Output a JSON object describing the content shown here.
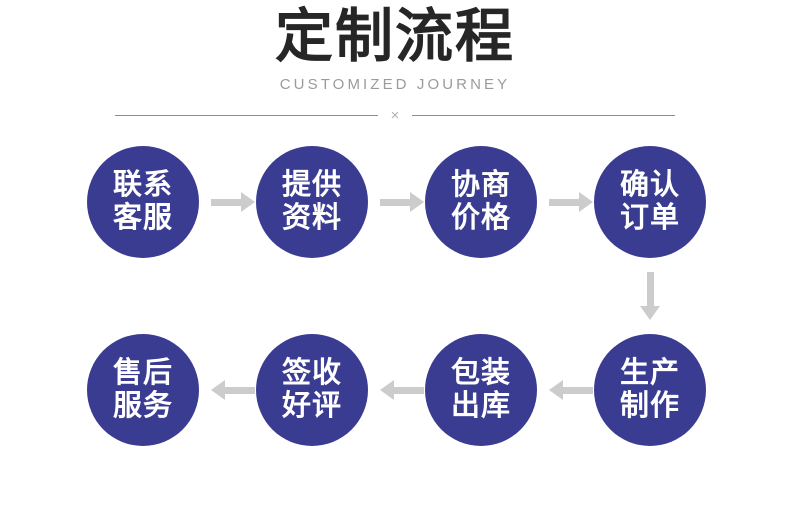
{
  "header": {
    "title": "定制流程",
    "subtitle": "CUSTOMIZED JOURNEY",
    "divider_mark": "×"
  },
  "colors": {
    "node_fill": "#3a3c92",
    "node_text": "#ffffff",
    "arrow": "#cccccc",
    "title_text": "#262626",
    "subtitle_text": "#9b9b9b",
    "divider_line": "#8d8d8d",
    "background": "#ffffff"
  },
  "chart_data": {
    "type": "diagram",
    "title": "定制流程",
    "subtitle": "CUSTOMIZED JOURNEY",
    "layout": "two-row serpentine flowchart, 4 nodes per row",
    "node_shape": "circle",
    "steps": [
      {
        "index": 1,
        "line1": "联系",
        "line2": "客服",
        "full": "联系客服"
      },
      {
        "index": 2,
        "line1": "提供",
        "line2": "资料",
        "full": "提供资料"
      },
      {
        "index": 3,
        "line1": "协商",
        "line2": "价格",
        "full": "协商价格"
      },
      {
        "index": 4,
        "line1": "确认",
        "line2": "订单",
        "full": "确认订单"
      },
      {
        "index": 5,
        "line1": "生产",
        "line2": "制作",
        "full": "生产制作"
      },
      {
        "index": 6,
        "line1": "包装",
        "line2": "出库",
        "full": "包装出库"
      },
      {
        "index": 7,
        "line1": "签收",
        "line2": "好评",
        "full": "签收好评"
      },
      {
        "index": 8,
        "line1": "售后",
        "line2": "服务",
        "full": "售后服务"
      }
    ],
    "connectors": [
      {
        "from": 1,
        "to": 2,
        "direction": "right"
      },
      {
        "from": 2,
        "to": 3,
        "direction": "right"
      },
      {
        "from": 3,
        "to": 4,
        "direction": "right"
      },
      {
        "from": 4,
        "to": 5,
        "direction": "down"
      },
      {
        "from": 5,
        "to": 6,
        "direction": "left"
      },
      {
        "from": 6,
        "to": 7,
        "direction": "left"
      },
      {
        "from": 7,
        "to": 8,
        "direction": "left"
      }
    ]
  },
  "row1": {
    "nodes": [
      {
        "line1": "联系",
        "line2": "客服"
      },
      {
        "line1": "提供",
        "line2": "资料"
      },
      {
        "line1": "协商",
        "line2": "价格"
      },
      {
        "line1": "确认",
        "line2": "订单"
      }
    ]
  },
  "row2": {
    "nodes": [
      {
        "line1": "售后",
        "line2": "服务"
      },
      {
        "line1": "签收",
        "line2": "好评"
      },
      {
        "line1": "包装",
        "line2": "出库"
      },
      {
        "line1": "生产",
        "line2": "制作"
      }
    ]
  }
}
